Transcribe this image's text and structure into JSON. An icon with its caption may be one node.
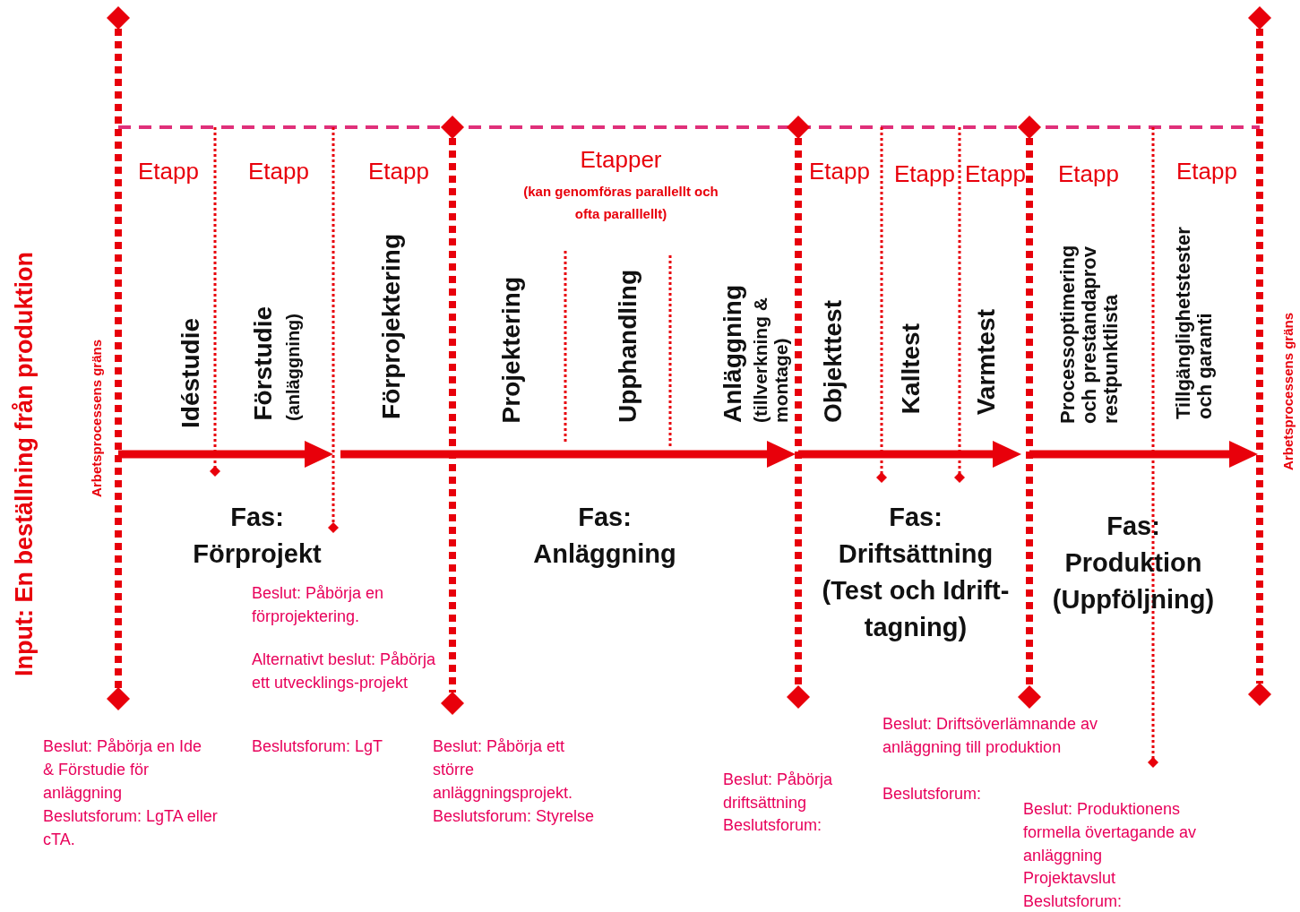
{
  "diagram": {
    "labels": [
      "Input: En beställning från produktion",
      "Arbetsprocessens gräns",
      "Etapp",
      "Etapp",
      "Etapp",
      "Etapper",
      "(kan genomföras parallellt och ofta paralllellt)",
      "Etapp",
      "Etapp",
      "Etapp",
      "Etapp",
      "Etapp",
      "Arbetsprocessens gräns",
      "Idéstudie",
      "Förstudie",
      "(anläggning)",
      "Förprojektering",
      "Projektering",
      "Upphandling",
      "Anläggning",
      "(tillverkning & montage)",
      "Objekttest",
      "Kalltest",
      "Varmtest",
      "Processoptimering och prestandaprov restpunktlista",
      "Tillgänglighetstester och garanti",
      "Fas: Förprojekt",
      "Fas: Anläggning",
      "Fas: Driftsättning (Test och Idrift-tagning)",
      "Fas: Produktion (Uppföljning)",
      "Beslut: Påbörja en förprojektering.",
      "Alternativt beslut: Påbörja ett utvecklings-projekt",
      "Beslut: Påbörja en Ide & Förstudie för anläggning",
      "Beslutsforum: LgTA eller cTA.",
      "Beslutsforum: LgT",
      "Beslut: Påbörja ett större anläggningsprojekt.",
      "Beslutsforum: Styrelse",
      "Beslut: Driftsöverlämnande av anläggning till produktion",
      "Beslutsforum:",
      "Beslut: Påbörja driftsättning",
      "Beslutsforum:",
      "Beslut: Produktionens formella övertagande av anläggning",
      "Projektavslut",
      "Beslutsforum:"
    ]
  }
}
